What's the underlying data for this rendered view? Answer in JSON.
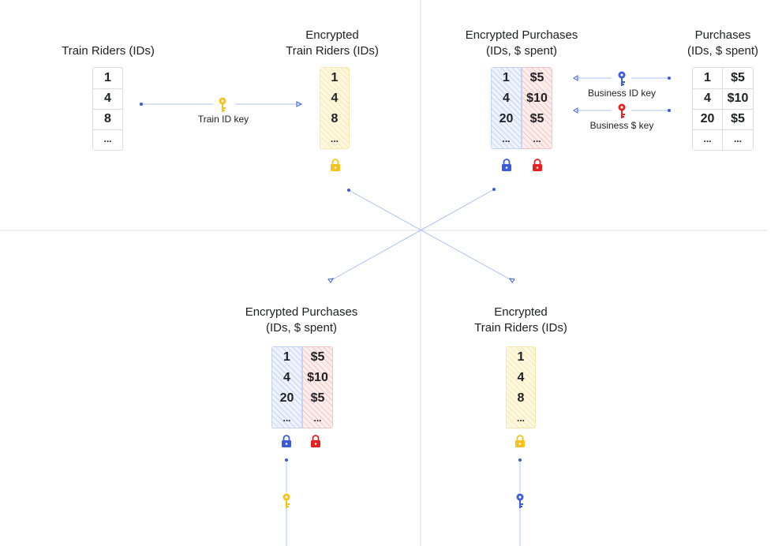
{
  "colors": {
    "blue": "#3b5bdb",
    "red": "#e8211f",
    "yellow": "#f7c21b",
    "line": "#aac3ee",
    "divider": "#dadce0"
  },
  "quadrant_top_left": {
    "train_riders": {
      "title": "Train Riders (IDs)",
      "ids": [
        "1",
        "4",
        "8",
        "..."
      ]
    },
    "train_key_label": "Train ID key",
    "encrypted_train_riders": {
      "title_line1": "Encrypted",
      "title_line2": "Train Riders (IDs)",
      "ids": [
        "1",
        "4",
        "8",
        "..."
      ],
      "lock": "yellow-lock-icon"
    }
  },
  "quadrant_top_right": {
    "encrypted_purchases": {
      "title_line1": "Encrypted Purchases",
      "title_line2": "(IDs, $ spent)",
      "ids": [
        "1",
        "4",
        "20",
        "..."
      ],
      "spent": [
        "$5",
        "$10",
        "$5",
        "..."
      ]
    },
    "business_id_key_label": "Business ID key",
    "business_dollar_key_label": "Business $ key",
    "purchases": {
      "title_line1": "Purchases",
      "title_line2": "(IDs, $ spent)",
      "ids": [
        "1",
        "4",
        "20",
        "..."
      ],
      "spent": [
        "$5",
        "$10",
        "$5",
        "..."
      ]
    }
  },
  "quadrant_bottom_left": {
    "encrypted_purchases": {
      "title_line1": "Encrypted Purchases",
      "title_line2": "(IDs, $ spent)",
      "ids": [
        "1",
        "4",
        "20",
        "..."
      ],
      "spent": [
        "$5",
        "$10",
        "$5",
        "..."
      ]
    },
    "key": "yellow-key-icon"
  },
  "quadrant_bottom_right": {
    "encrypted_train_riders": {
      "title_line1": "Encrypted",
      "title_line2": "Train Riders (IDs)",
      "ids": [
        "1",
        "4",
        "8",
        "..."
      ]
    },
    "key": "blue-key-icon"
  }
}
